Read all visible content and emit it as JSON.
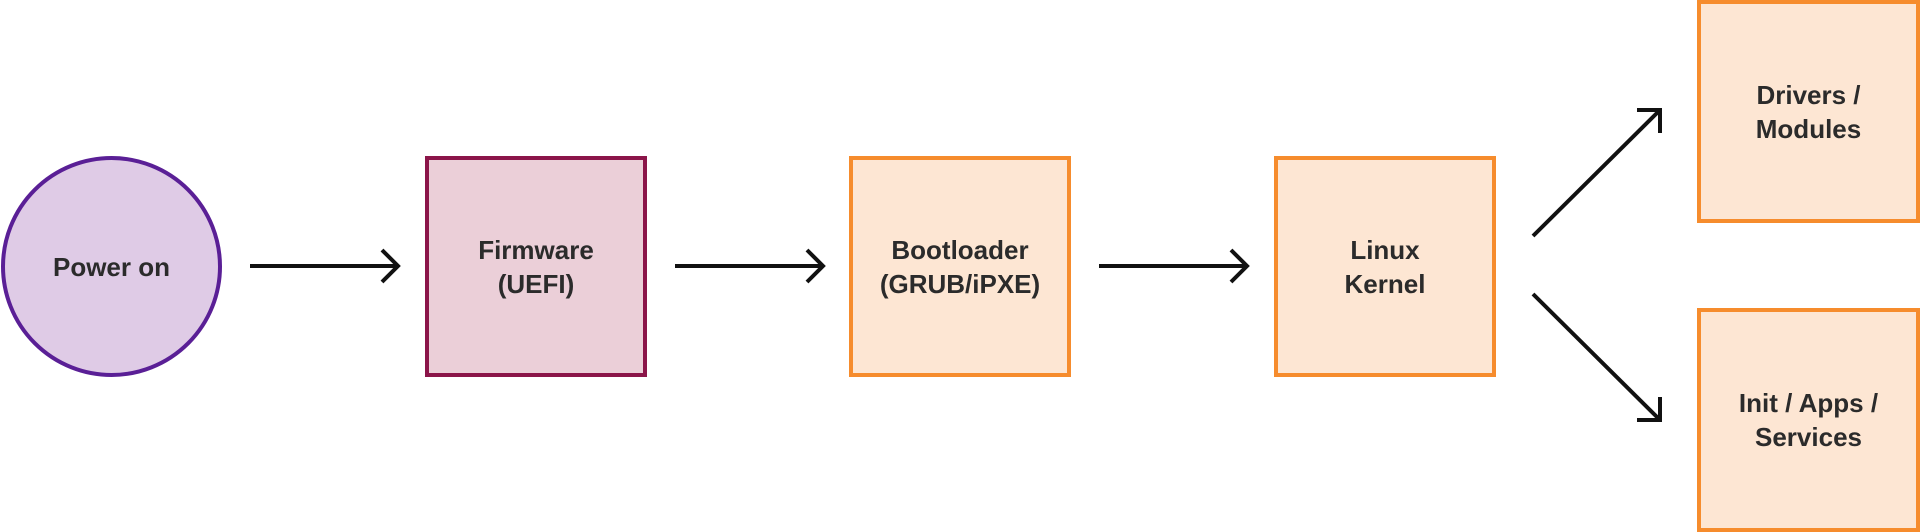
{
  "diagram": {
    "nodes": {
      "power_on": "Power on",
      "firmware": "Firmware\n(UEFI)",
      "bootloader": "Bootloader\n(GRUB/iPXE)",
      "linux_kernel": "Linux\nKernel",
      "drivers_modules": "Drivers /\nModules",
      "init_apps_services": "Init / Apps /\nServices"
    },
    "edges": [
      {
        "from": "Power on",
        "to": "Firmware (UEFI)"
      },
      {
        "from": "Firmware (UEFI)",
        "to": "Bootloader (GRUB/iPXE)"
      },
      {
        "from": "Bootloader (GRUB/iPXE)",
        "to": "Linux Kernel"
      },
      {
        "from": "Linux Kernel",
        "to": "Drivers / Modules"
      },
      {
        "from": "Linux Kernel",
        "to": "Init / Apps / Services"
      }
    ],
    "colors": {
      "power_on_fill": "#dfcbe6",
      "power_on_border": "#5a1f96",
      "firmware_fill": "#ebcfd8",
      "firmware_border": "#8b1549",
      "orange_fill": "#fde6d3",
      "orange_border": "#f68c2d",
      "arrow": "#111111",
      "text": "#2b2b2b"
    }
  }
}
